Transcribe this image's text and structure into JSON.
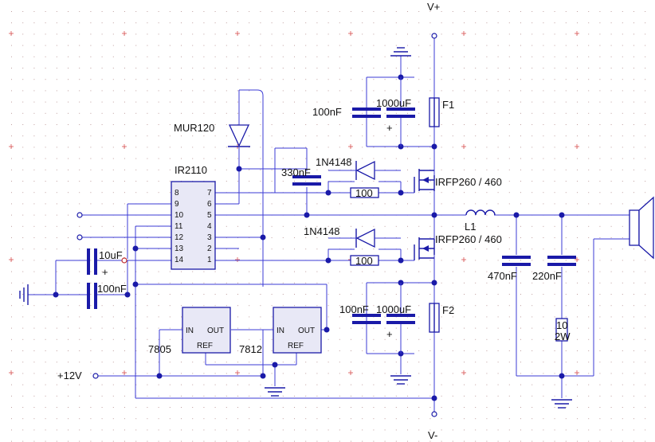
{
  "rails": {
    "vpos": "V+",
    "vneg": "V-",
    "supply": "+12V"
  },
  "driver": {
    "name": "IR2110",
    "pins_left": [
      "8",
      "9",
      "10",
      "11",
      "12",
      "13",
      "14"
    ],
    "pins_right": [
      "7",
      "6",
      "5",
      "4",
      "3",
      "2",
      "1"
    ]
  },
  "components": {
    "bootstrap_diode": "MUR120",
    "bootstrap_cap": "330nF",
    "gate_diode_high": "1N4148",
    "gate_diode_low": "1N4148",
    "gate_res_high": "100",
    "gate_res_low": "100",
    "mosfet_high": "IRFP260 / 460",
    "mosfet_low": "IRFP260 / 460",
    "cap_top_small": "100nF",
    "cap_top_big": "1000uF",
    "cap_bot_small": "100nF",
    "cap_bot_big": "1000uF",
    "fuse_top": "F1",
    "fuse_bot": "F2",
    "inductor": "L1",
    "cap_out_1": "470nF",
    "cap_out_2": "220nF",
    "res_snubber_1": "10",
    "res_snubber_2": "2W",
    "cap_in_1": "10uF",
    "cap_in_2": "100nF",
    "plus_sign": "+",
    "reg_1": "7805",
    "reg_2": "7812",
    "reg_in": "IN",
    "reg_out": "OUT",
    "reg_ref": "REF"
  }
}
